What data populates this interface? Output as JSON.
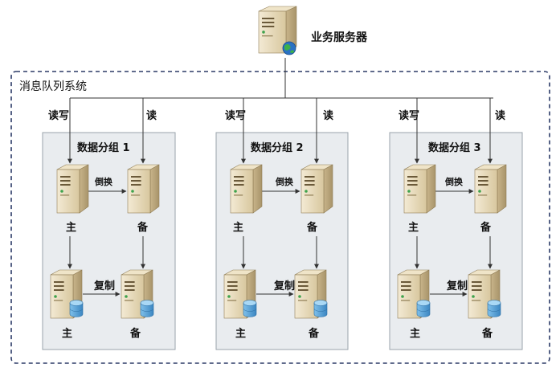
{
  "app_server": {
    "label": "业务服务器",
    "icon": "globe-icon"
  },
  "system": {
    "title": "消息队列系统"
  },
  "groups": [
    {
      "title": "数据分组 1",
      "rw_label": "读写",
      "r_label": "读",
      "failover_label": "倒换",
      "replicate_label": "复制",
      "master_label": "主",
      "standby_label": "备",
      "master_label_bottom": "主",
      "standby_label_bottom": "备"
    },
    {
      "title": "数据分组 2",
      "rw_label": "读写",
      "r_label": "读",
      "failover_label": "倒换",
      "replicate_label": "复制",
      "master_label": "主",
      "standby_label": "备",
      "master_label_bottom": "主",
      "standby_label_bottom": "备"
    },
    {
      "title": "数据分组 3",
      "rw_label": "读写",
      "r_label": "读",
      "failover_label": "倒换",
      "replicate_label": "复制",
      "master_label": "主",
      "standby_label": "备",
      "master_label_bottom": "主",
      "standby_label_bottom": "备"
    }
  ],
  "colors": {
    "server_body": "#e8dcc0",
    "server_dark": "#b9a67c",
    "group_fill": "#e9ecef",
    "group_stroke": "#9aa3ab",
    "system_border": "#2b3a67",
    "line": "#333333",
    "db": "#4f9fd6"
  }
}
